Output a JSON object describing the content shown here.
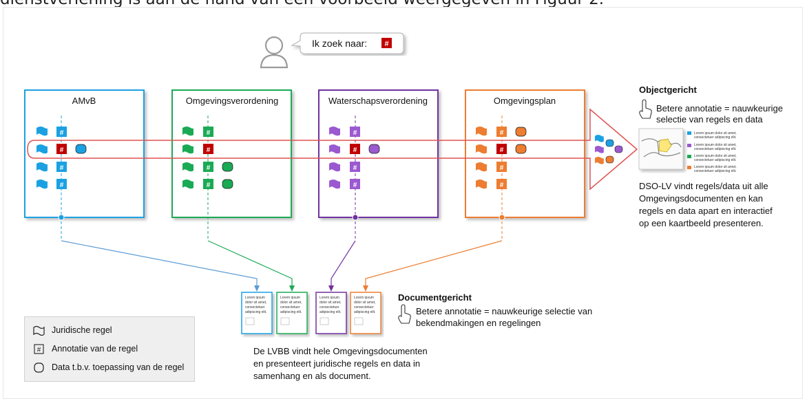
{
  "caption": "dienstverlening is aan de hand van een voorbeeld weergegeven in Figuur 2.",
  "search_bubble": {
    "text": "Ik zoek naar:",
    "tag_symbol": "#"
  },
  "boxes": [
    {
      "title": "AMvB",
      "color": "#1ba1e2"
    },
    {
      "title": "Omgevingsverordening",
      "color": "#1aaa55"
    },
    {
      "title": "Waterschapsverordening",
      "color": "#7030a0"
    },
    {
      "title": "Omgevingsplan",
      "color": "#ed7d31"
    }
  ],
  "highlight_color": "#c00000",
  "object_section": {
    "heading": "Objectgericht",
    "subtitle_line1": "Betere annotatie = nauwkeurige",
    "subtitle_line2": "selectie van regels en data",
    "map_legend_text_1": "Lorem ipsum dolor sit amet,",
    "map_legend_text_2": "consectetuer adipiscing elit.",
    "description_lines": [
      "DSO-LV vindt regels/data uit alle",
      "Omgevingsdocumenten en kan",
      "regels en data apart en interactief",
      "op een kaartbeeld presenteren."
    ]
  },
  "document_section": {
    "heading": "Documentgericht",
    "subtitle_line1": "Betere annotatie = nauwkeurige selectie van",
    "subtitle_line2": "bekendmakingen en regelingen",
    "doc_text_lines": [
      "Lorem ipsum",
      "dolor sit amet,",
      "consectetuer",
      "adipiscing elit."
    ],
    "description_lines": [
      "De LVBB vindt hele Omgevingsdocumenten",
      "en presenteert juridische regels en data in",
      "samenhang en als document."
    ]
  },
  "legend": [
    {
      "icon": "flag-icon",
      "label": "Juridische regel"
    },
    {
      "icon": "hash-annotation-icon",
      "label": "Annotatie van de regel"
    },
    {
      "icon": "database-cylinder-icon",
      "label": "Data t.b.v. toepassing van de regel"
    }
  ]
}
